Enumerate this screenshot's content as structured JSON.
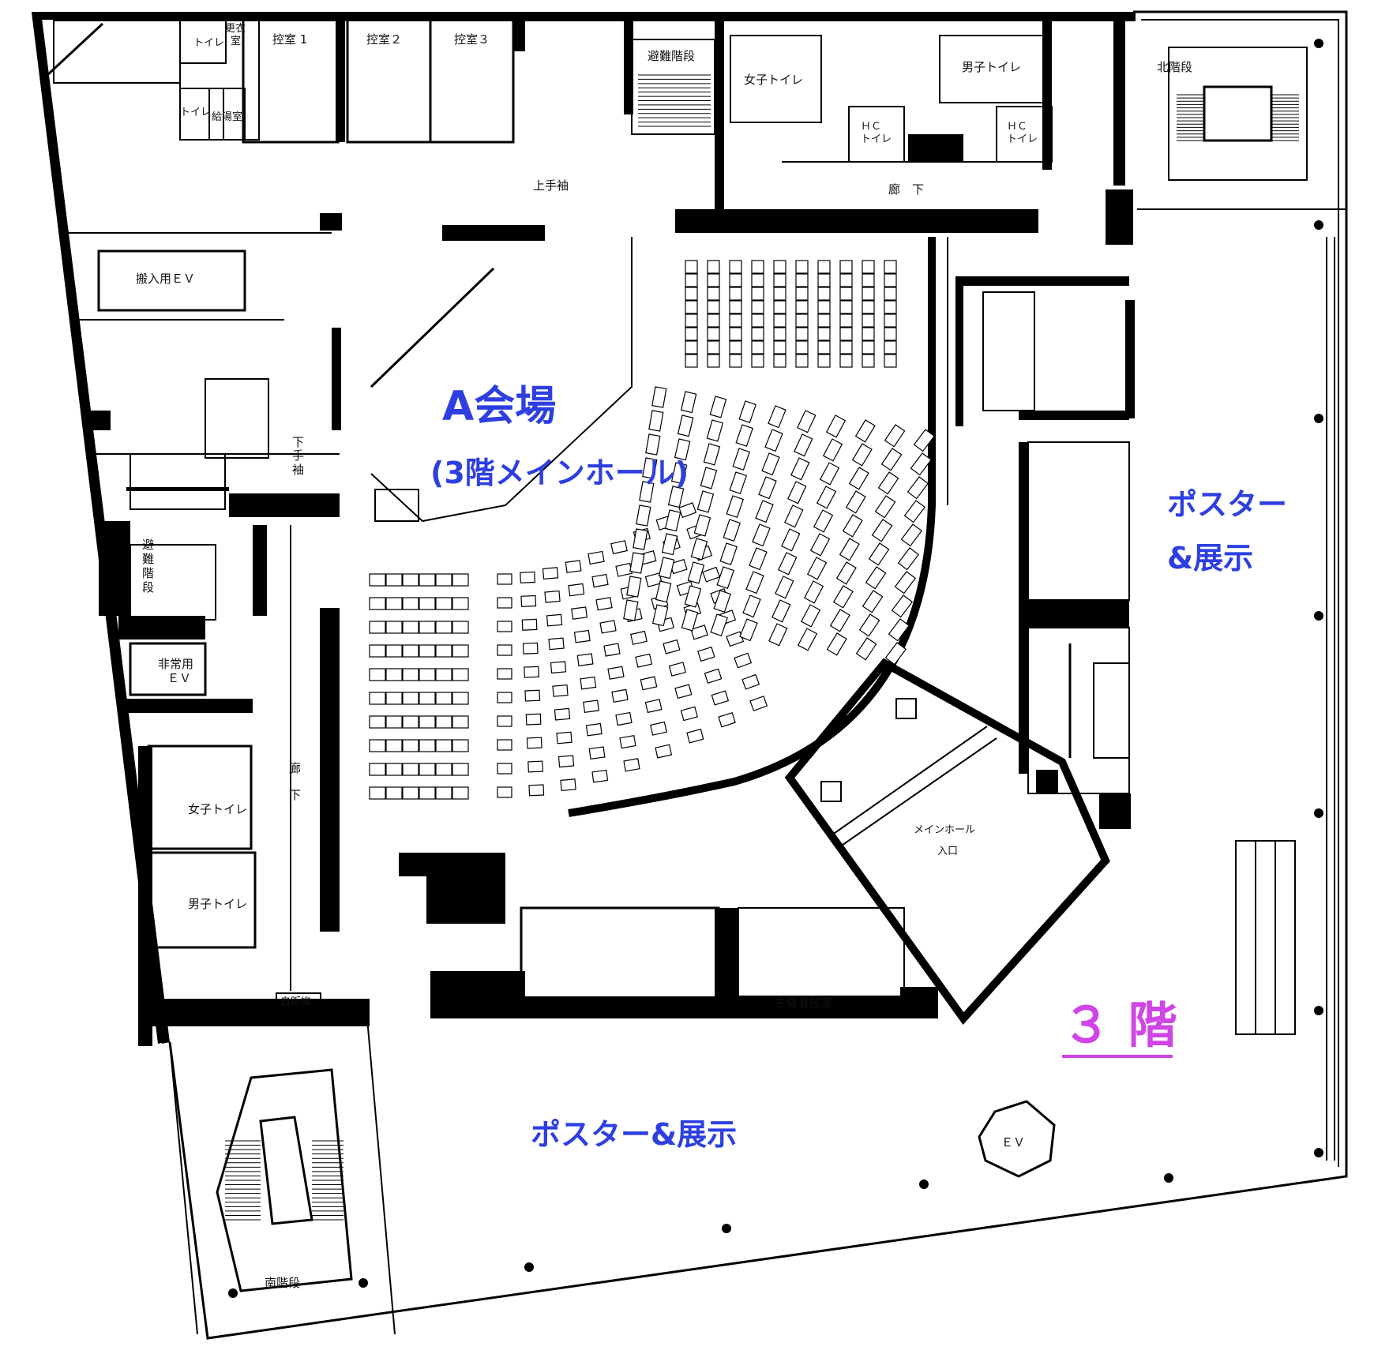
{
  "floor_plan": {
    "floor_label": "３ 階",
    "colors": {
      "hall_label": "#2d3fe0",
      "floor_label": "#cf45e6",
      "walls": "#000000",
      "background": "#ffffff"
    },
    "main_hall": {
      "name": "A会場",
      "subtitle": "(3階メインホール)"
    },
    "exhibits": {
      "east": [
        "ポスター",
        "&展示"
      ],
      "south": "ポスター&展示"
    },
    "rooms": {
      "toilet_small_1": "トイレ",
      "changing_room": [
        "更衣",
        "室"
      ],
      "waiting_room_1": "控室 1",
      "waiting_room_2": "控室２",
      "waiting_room_3": "控室３",
      "toilet_small_2": "トイレ",
      "kitchenette": "給湯室",
      "emergency_stairs_north": "避難階段",
      "womens_toilet_north": "女子トイレ",
      "mens_toilet_north": "男子トイレ",
      "hc_toilet_1": [
        "ＨＣ",
        "トイレ"
      ],
      "hc_toilet_2": [
        "ＨＣ",
        "トイレ"
      ],
      "north_stairs": "北階段",
      "stage_right_wing": "上手袖",
      "corridor_north": "廊　下",
      "loading_elevator": "搬入用ＥＶ",
      "stage_left_wing": [
        "下",
        "手",
        "袖"
      ],
      "emergency_stairs_west": [
        "避",
        "難",
        "階",
        "段"
      ],
      "emergency_elevator": [
        "非常用",
        "ＥＶ"
      ],
      "corridor_west": [
        "廊",
        "下"
      ],
      "womens_toilet_west": "女子トイレ",
      "mens_toilet_west": "男子トイレ",
      "vending_machine": "自販機",
      "main_hall_entrance": [
        "メインホール",
        "入口"
      ],
      "organizer_room": "主催者控室",
      "elevator": "ＥＶ",
      "south_stairs": "南階段"
    }
  }
}
